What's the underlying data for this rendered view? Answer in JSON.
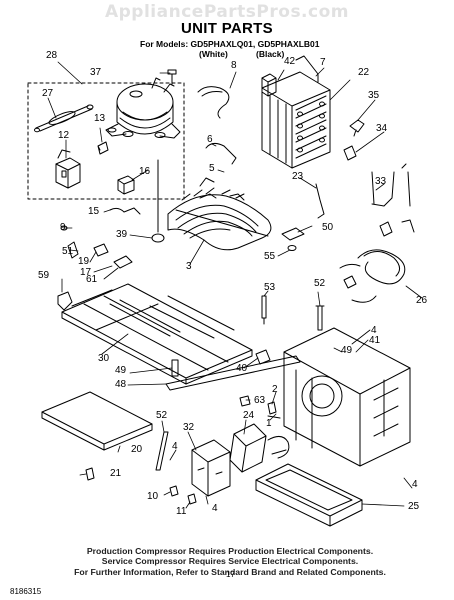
{
  "watermark": "AppliancePartsPros.com",
  "title": "UNIT PARTS",
  "models_line": "For Models: GD5PHAXLQ01, GD5PHAXLB01",
  "variant_white": "(White)",
  "variant_black": "(Black)",
  "callouts": {
    "c1": "1",
    "c2": "2",
    "c3": "3",
    "c4a": "4",
    "c4b": "4",
    "c4c": "4",
    "c4d": "4",
    "c5": "5",
    "c6": "6",
    "c7": "7",
    "c8": "8",
    "c9": "9",
    "c10": "10",
    "c11": "11",
    "c12": "12",
    "c13": "13",
    "c15": "15",
    "c16": "16",
    "c17": "17",
    "c19": "19",
    "c20": "20",
    "c21": "21",
    "c22": "22",
    "c23": "23",
    "c24": "24",
    "c25": "25",
    "c26": "26",
    "c27": "27",
    "c28": "28",
    "c30": "30",
    "c32": "32",
    "c33": "33",
    "c34": "34",
    "c35": "35",
    "c37": "37",
    "c39": "39",
    "c40": "40",
    "c41": "41",
    "c42": "42",
    "c48": "48",
    "c49": "49",
    "c50": "50",
    "c51": "51",
    "c52a": "52",
    "c52b": "52",
    "c53": "53",
    "c55": "55",
    "c59": "59",
    "c61": "61",
    "c63": "63"
  },
  "notes": [
    "Production Compressor Requires Production Electrical Components.",
    "Service Compressor Requires Service Electrical Components.",
    "For Further Information, Refer to Standard Brand and Related Components."
  ],
  "doc_number": "8186315",
  "page_number": "17"
}
